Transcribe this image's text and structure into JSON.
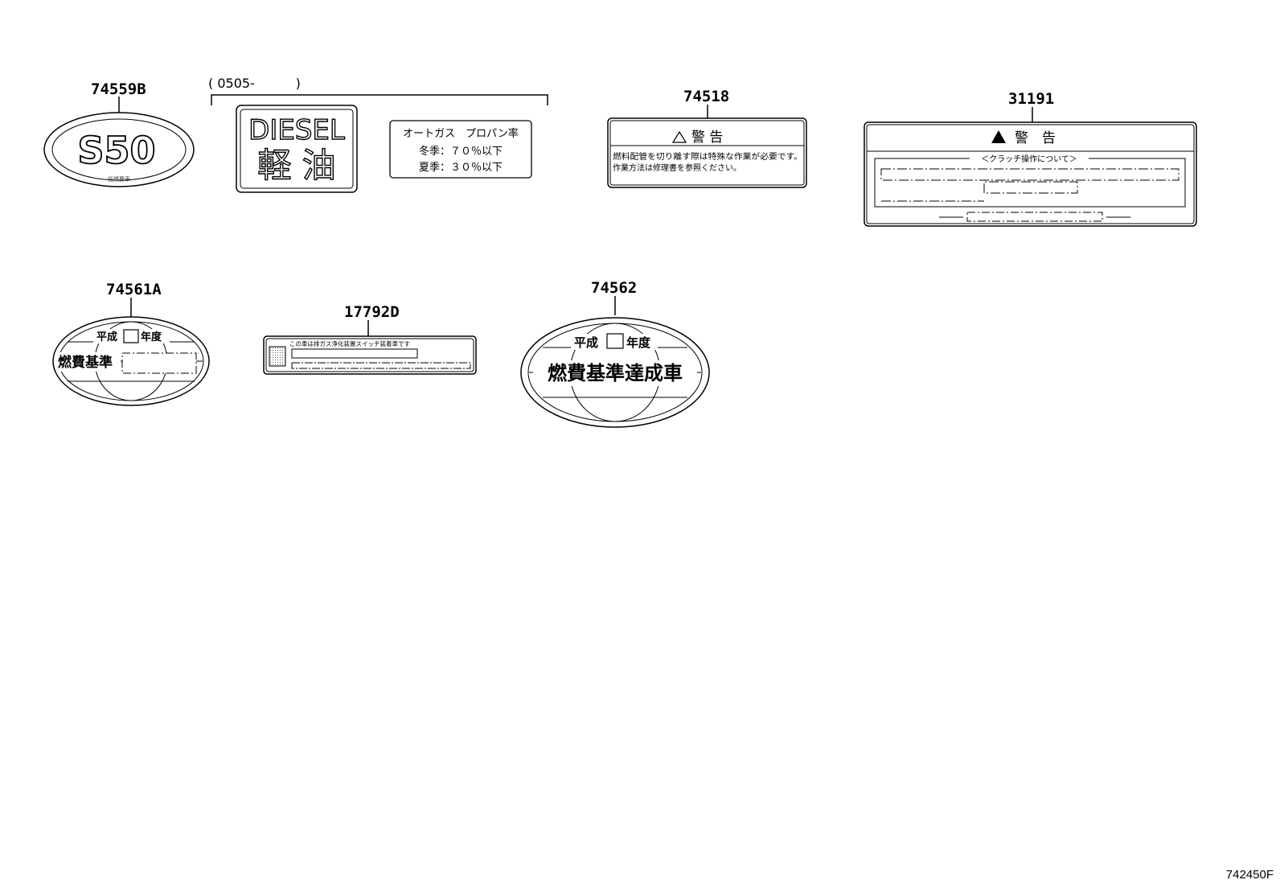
{
  "diagram_id": "742450F",
  "parts": {
    "p74559b": {
      "number": "74559B",
      "emblem_text": "S50",
      "fine_text": "低燃費車"
    },
    "group": {
      "date_range": "( 0505-          )",
      "diesel_label": {
        "top": "DIESEL",
        "bottom": "軽 油"
      },
      "lpg_label": {
        "line1": "オートガス　プロパン率",
        "line2": "冬季：７０％以下",
        "line3": "夏季：３０％以下"
      }
    },
    "p74518": {
      "number": "74518",
      "heading": "警 告",
      "line1": "燃料配管を切り離す際は特殊な作業が必要です。",
      "line2": "作業方法は修理書を参照ください。"
    },
    "p31191": {
      "number": "31191",
      "heading": "警　告",
      "subheading": "＜クラッチ操作について＞"
    },
    "p74561a": {
      "number": "74561A",
      "era": "平成",
      "year_suffix": "年度",
      "main": "燃費基準"
    },
    "p17792d": {
      "number": "17792D",
      "text": "この車は排ガス浄化装置スイッチ装着車です"
    },
    "p74562": {
      "number": "74562",
      "era": "平成",
      "year_suffix": "年度",
      "main": "燃費基準達成車"
    }
  }
}
